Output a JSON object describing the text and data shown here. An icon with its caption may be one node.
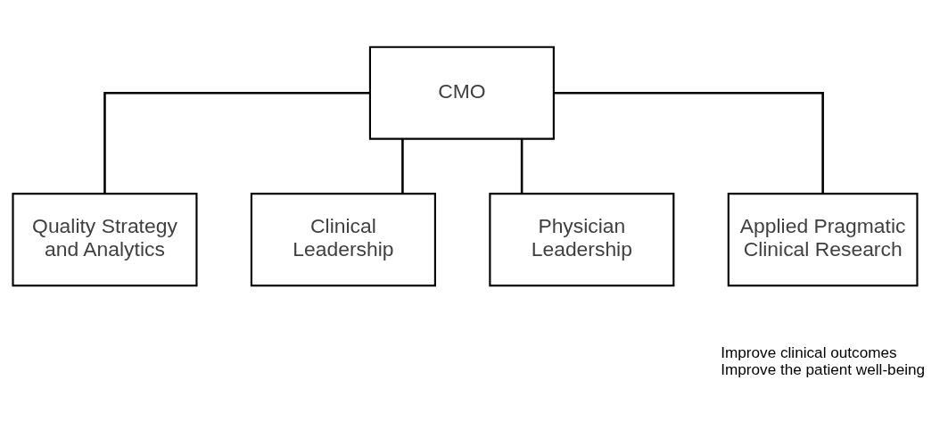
{
  "diagram": {
    "nodes": [
      {
        "text": [
          "CMO"
        ]
      },
      {
        "text": [
          "Quality Strategy and Analytics"
        ]
      },
      {
        "text": [
          "Clinical Leadership"
        ]
      },
      {
        "text": [
          "Physician Leadership"
        ]
      },
      {
        "text": [
          "Applied Pragmatic Clinical Research"
        ],
        "beside": [
          "Improve clinical outcomes",
          "Improve the patient well-being"
        ]
      }
    ],
    "edges": [
      {
        "from": 0,
        "to": 1,
        "arrow": "none"
      },
      {
        "from": 0,
        "to": 2,
        "arrow": "none"
      },
      {
        "from": 0,
        "to": 3,
        "arrow": "none"
      },
      {
        "from": 0,
        "to": 4,
        "arrow": "none"
      }
    ]
  }
}
